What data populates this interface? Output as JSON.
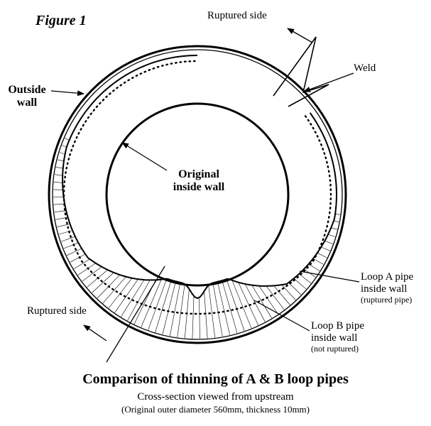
{
  "figure_label": "Figure 1",
  "labels": {
    "outside_wall": "Outside wall",
    "original_inside_wall": "Original inside wall",
    "ruptured_side_top": "Ruptured side",
    "weld": "Weld",
    "ruptured_side_bottom": "Ruptured side",
    "loop_a_line1": "Loop A pipe",
    "loop_a_line2": "inside wall",
    "loop_a_note": "(ruptured pipe)",
    "loop_b_line1": "Loop B pipe",
    "loop_b_line2": "inside wall",
    "loop_b_note": "(not ruptured)"
  },
  "caption": {
    "title": "Comparison of thinning of A & B loop pipes",
    "subtitle": "Cross-section viewed from upstream",
    "note": "(Original outer diameter 560mm, thickness 10mm)"
  },
  "colors": {
    "ink": "#000000",
    "paper": "#ffffff"
  }
}
